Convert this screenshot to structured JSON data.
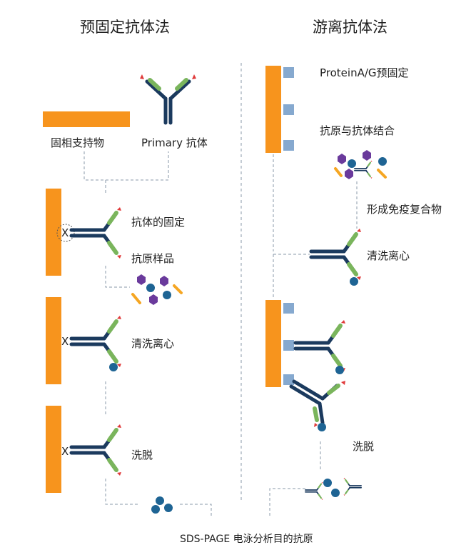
{
  "left": {
    "title": "预固定抗体法",
    "labels": {
      "support": "固相支持物",
      "primary": "Primary 抗体",
      "fix": "抗体的固定",
      "sample": "抗原样品",
      "wash": "清洗离心",
      "elute": "洗脱"
    },
    "x_mark": "X"
  },
  "right": {
    "title": "游离抗体法",
    "labels": {
      "prefix": "ProteinA/G预固定",
      "bind": "抗原与抗体结合",
      "complex": "形成免疫复合物",
      "wash": "清洗离心",
      "elute": "洗脱"
    }
  },
  "bottom_label": "SDS-PAGE 电泳分析目的抗原",
  "colors": {
    "support": "#F7941D",
    "protein_ag": "#86A9CF",
    "heavy_chain": "#1B3A5E",
    "light_chain": "#7AB55C",
    "binding_site": "#E03A3A",
    "antigen_blue": "#1E6494",
    "antigen_purple": "#6A3A9C",
    "antigen_orange": "#F5A623",
    "guide_line": "#8A98AA"
  }
}
